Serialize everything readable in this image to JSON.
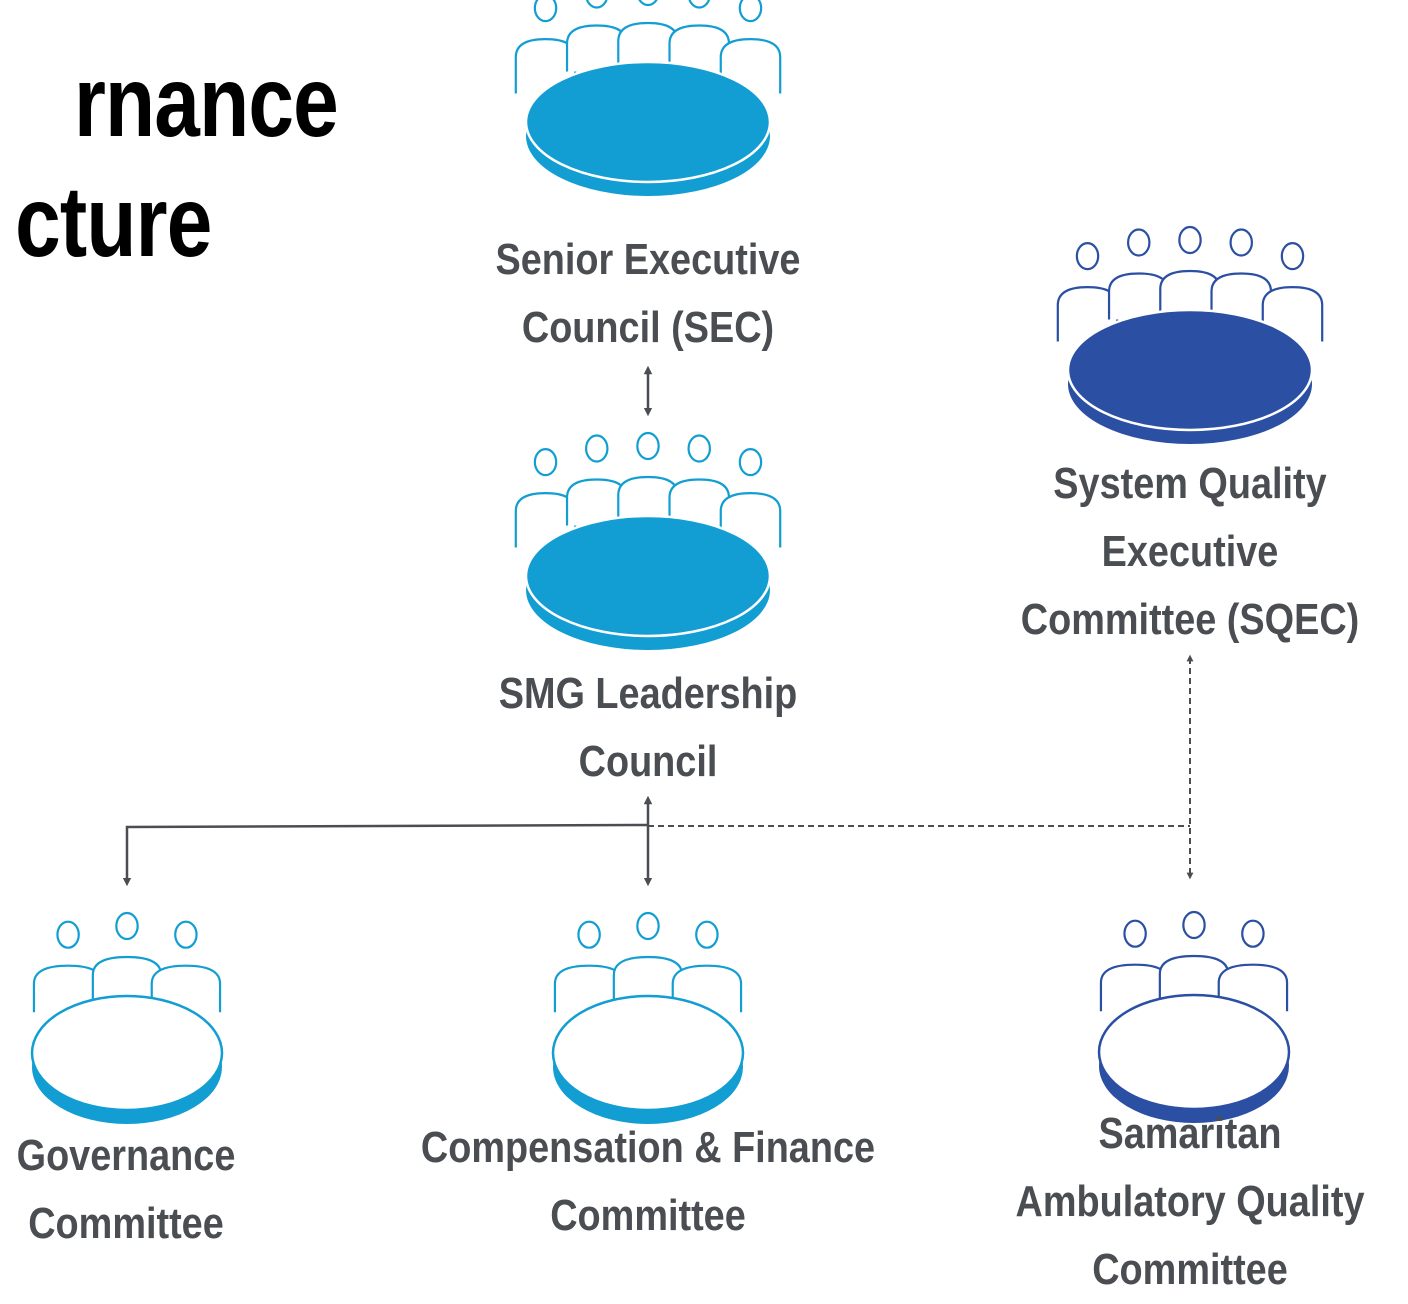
{
  "title": {
    "line1": "rnance",
    "line2": "cture"
  },
  "nodes": {
    "sec": {
      "line1": "Senior Executive",
      "line2": "Council (SEC)",
      "color": "#129ed3",
      "filled": true,
      "people": 5
    },
    "smg": {
      "line1": "SMG Leadership",
      "line2": "Council",
      "color": "#129ed3",
      "filled": true,
      "people": 5
    },
    "sqec": {
      "line1": "System Quality",
      "line2": "Executive",
      "line3": "Committee (SQEC)",
      "color": "#2b4fa3",
      "filled": true,
      "people": 5
    },
    "governance": {
      "line1": "Governance",
      "line2": "Committee",
      "color": "#129ed3",
      "filled": false,
      "people": 3
    },
    "compfin": {
      "line1": "Compensation & Finance",
      "line2": "Committee",
      "color": "#129ed3",
      "filled": false,
      "people": 3
    },
    "saqc": {
      "line1": "Samaritan",
      "line2": "Ambulatory Quality",
      "line3": "Committee",
      "color": "#2b4fa3",
      "filled": false,
      "people": 3
    }
  },
  "colors": {
    "connector": "#4a4d51",
    "label": "#4a4d51",
    "title": "#000000"
  }
}
